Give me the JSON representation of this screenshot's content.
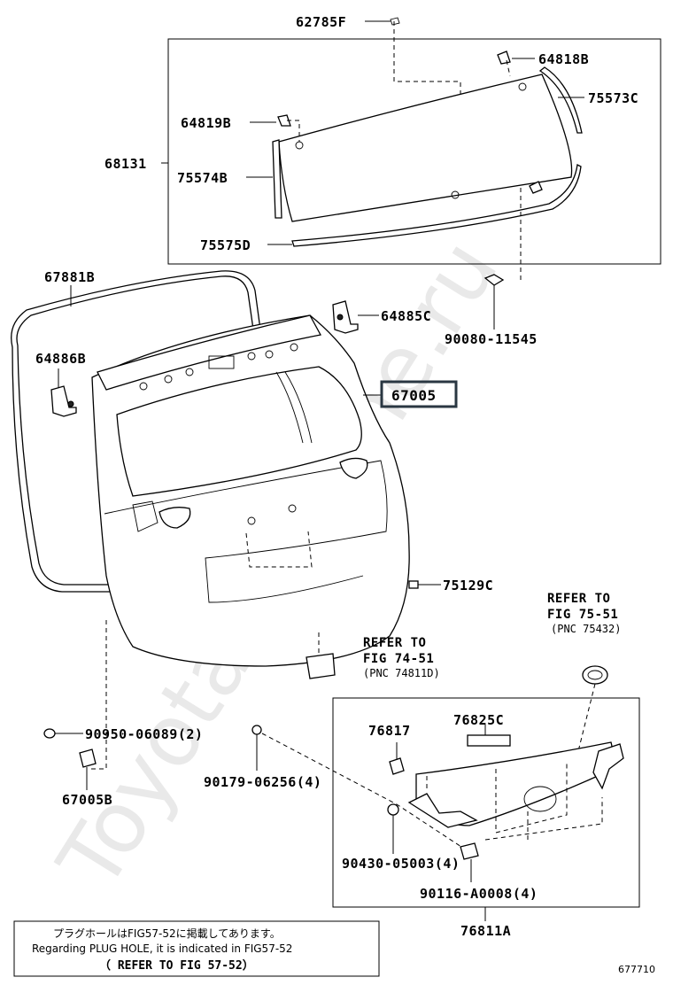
{
  "labels": {
    "p62785F": "62785F",
    "p64818B": "64818B",
    "p75573C": "75573C",
    "p64819B": "64819B",
    "p68131": "68131",
    "p75574B": "75574B",
    "p75575D": "75575D",
    "p67881B": "67881B",
    "p64885C": "64885C",
    "p90080": "90080-11545",
    "p64886B": "64886B",
    "p67005": "67005",
    "p75129C": "75129C",
    "p90950": "90950-06089(2)",
    "p67005B": "67005B",
    "p90179": "90179-06256(4)",
    "p76817": "76817",
    "p76825C": "76825C",
    "p90430": "90430-05003(4)",
    "p90116": "90116-A0008(4)",
    "p76811A": "76811A"
  },
  "refs": {
    "fig74": {
      "line1": "REFER TO",
      "line2": "FIG 74-51",
      "line3": "(PNC 74811D)"
    },
    "fig75": {
      "line1": "REFER TO",
      "line2": "FIG 75-51",
      "line3": "(PNC 75432)"
    }
  },
  "note": {
    "jp": "プラグホールはFIG57-52に掲載してあります。",
    "en": "Regarding PLUG HOLE, it is indicated in FIG57-52",
    "refer": "（ REFER TO FIG 57-52）"
  },
  "watermark": "ToyotaCarMine.ru",
  "figure_id": "677710",
  "highlight_color": "#2a3742"
}
